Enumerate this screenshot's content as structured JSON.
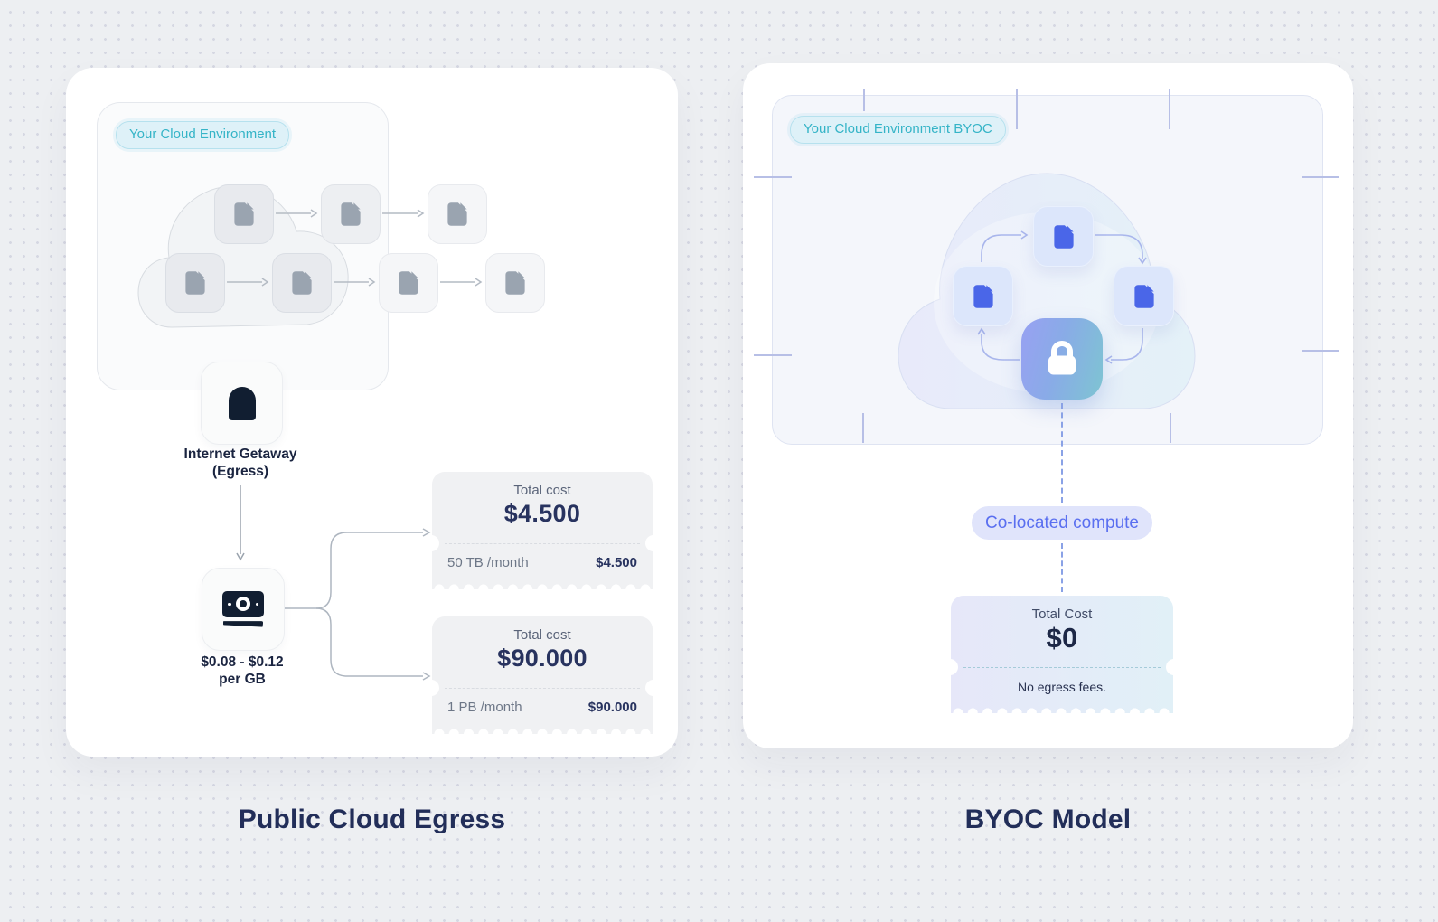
{
  "left_panel": {
    "badge": "Your Cloud Environment",
    "gateway_label": [
      "Internet Getaway",
      "(Egress)"
    ],
    "rate_label": [
      "$0.08 - $0.12",
      "per GB"
    ],
    "receipts": [
      {
        "label": "Total cost",
        "total": "$4.500",
        "row_left": "50 TB /month",
        "row_right": "$4.500"
      },
      {
        "label": "Total cost",
        "total": "$90.000",
        "row_left": "1 PB /month",
        "row_right": "$90.000"
      }
    ],
    "title": "Public Cloud Egress"
  },
  "right_panel": {
    "badge": "Your Cloud Environment BYOC",
    "compute_badge": "Co-located compute",
    "receipt": {
      "label": "Total Cost",
      "total": "$0",
      "note": "No egress fees."
    },
    "title": "BYOC Model"
  },
  "icons": {
    "file": "file-icon",
    "gateway": "door-icon",
    "price": "banknote-icon",
    "lock": "lock-icon"
  },
  "colors": {
    "accent_teal": "#35b4c7",
    "accent_blue": "#4a66e8",
    "navy": "#222e59",
    "pill_text": "#5a6ff0",
    "lock_gradient": [
      "#95a3f0",
      "#7fc2d4"
    ]
  }
}
